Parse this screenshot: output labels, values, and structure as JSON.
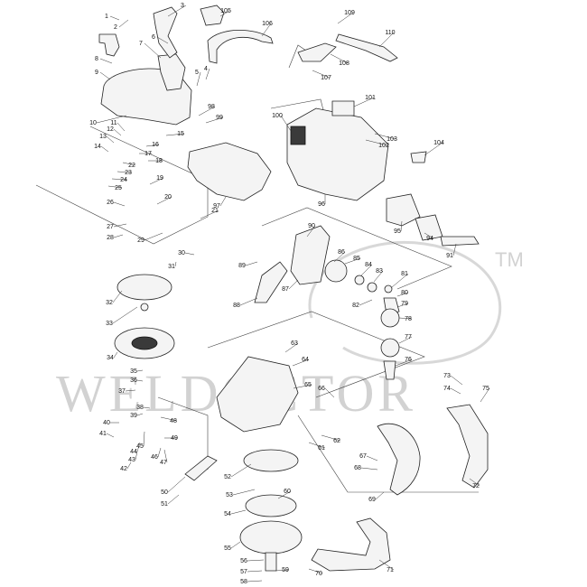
{
  "watermark": {
    "text": "WELDOCTOR",
    "tm": "TM"
  },
  "parts": [
    {
      "id": "1"
    },
    {
      "id": "2"
    },
    {
      "id": "3"
    },
    {
      "id": "4"
    },
    {
      "id": "5"
    },
    {
      "id": "6"
    },
    {
      "id": "7"
    },
    {
      "id": "8"
    },
    {
      "id": "9"
    },
    {
      "id": "10"
    },
    {
      "id": "11"
    },
    {
      "id": "12"
    },
    {
      "id": "13"
    },
    {
      "id": "14"
    },
    {
      "id": "15"
    },
    {
      "id": "16"
    },
    {
      "id": "17"
    },
    {
      "id": "18"
    },
    {
      "id": "19"
    },
    {
      "id": "20"
    },
    {
      "id": "21"
    },
    {
      "id": "22"
    },
    {
      "id": "23"
    },
    {
      "id": "24"
    },
    {
      "id": "25"
    },
    {
      "id": "26"
    },
    {
      "id": "27"
    },
    {
      "id": "28"
    },
    {
      "id": "29"
    },
    {
      "id": "30"
    },
    {
      "id": "31"
    },
    {
      "id": "32"
    },
    {
      "id": "33"
    },
    {
      "id": "34"
    },
    {
      "id": "35"
    },
    {
      "id": "36"
    },
    {
      "id": "37"
    },
    {
      "id": "38"
    },
    {
      "id": "39"
    },
    {
      "id": "40"
    },
    {
      "id": "41"
    },
    {
      "id": "42"
    },
    {
      "id": "43"
    },
    {
      "id": "44"
    },
    {
      "id": "45"
    },
    {
      "id": "46"
    },
    {
      "id": "47"
    },
    {
      "id": "48"
    },
    {
      "id": "49"
    },
    {
      "id": "50"
    },
    {
      "id": "51"
    },
    {
      "id": "52"
    },
    {
      "id": "53"
    },
    {
      "id": "54"
    },
    {
      "id": "55"
    },
    {
      "id": "56"
    },
    {
      "id": "57"
    },
    {
      "id": "58"
    },
    {
      "id": "59"
    },
    {
      "id": "60"
    },
    {
      "id": "61"
    },
    {
      "id": "62"
    },
    {
      "id": "63"
    },
    {
      "id": "64"
    },
    {
      "id": "65"
    },
    {
      "id": "66"
    },
    {
      "id": "67"
    },
    {
      "id": "68"
    },
    {
      "id": "69"
    },
    {
      "id": "70"
    },
    {
      "id": "71"
    },
    {
      "id": "72"
    },
    {
      "id": "73"
    },
    {
      "id": "74"
    },
    {
      "id": "75"
    },
    {
      "id": "76"
    },
    {
      "id": "77"
    },
    {
      "id": "78"
    },
    {
      "id": "79"
    },
    {
      "id": "80"
    },
    {
      "id": "81"
    },
    {
      "id": "82"
    },
    {
      "id": "83"
    },
    {
      "id": "84"
    },
    {
      "id": "85"
    },
    {
      "id": "86"
    },
    {
      "id": "87"
    },
    {
      "id": "88"
    },
    {
      "id": "89"
    },
    {
      "id": "90"
    },
    {
      "id": "91"
    },
    {
      "id": "94"
    },
    {
      "id": "95"
    },
    {
      "id": "96"
    },
    {
      "id": "97"
    },
    {
      "id": "98"
    },
    {
      "id": "99"
    },
    {
      "id": "100"
    },
    {
      "id": "101"
    },
    {
      "id": "102"
    },
    {
      "id": "103"
    },
    {
      "id": "104"
    },
    {
      "id": "105"
    },
    {
      "id": "106"
    },
    {
      "id": "107"
    },
    {
      "id": "108"
    },
    {
      "id": "109"
    },
    {
      "id": "110"
    }
  ]
}
